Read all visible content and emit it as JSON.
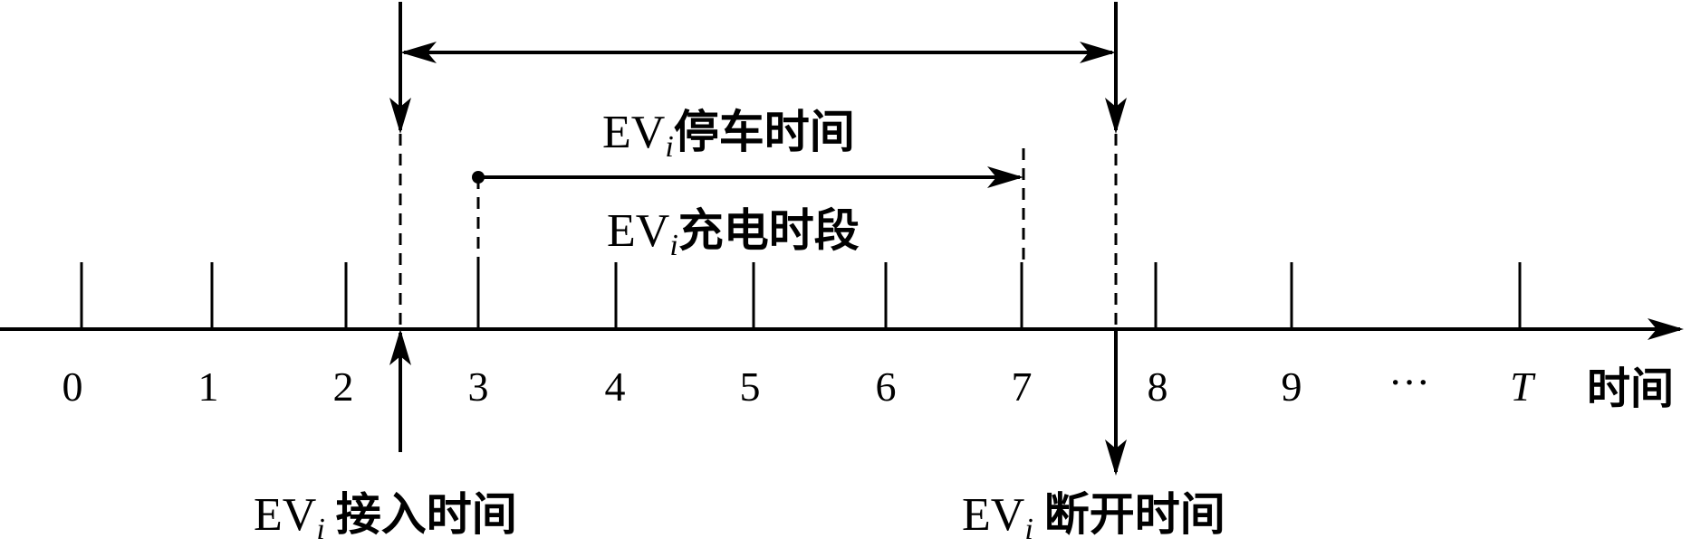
{
  "ticks": [
    "0",
    "1",
    "2",
    "3",
    "4",
    "5",
    "6",
    "7",
    "8",
    "9"
  ],
  "ellipsis": "···",
  "end_tick": "T",
  "axis_label": "时间",
  "parking": {
    "prefix": "EV",
    "subscript": "i",
    "text": "停车时间"
  },
  "charging": {
    "prefix": "EV",
    "subscript": "i",
    "text": "充电时段"
  },
  "connect": {
    "prefix": "EV",
    "subscript": "i",
    "text": "接入时间"
  },
  "disconnect": {
    "prefix": "EV",
    "subscript": "i",
    "text": "断开时间"
  }
}
